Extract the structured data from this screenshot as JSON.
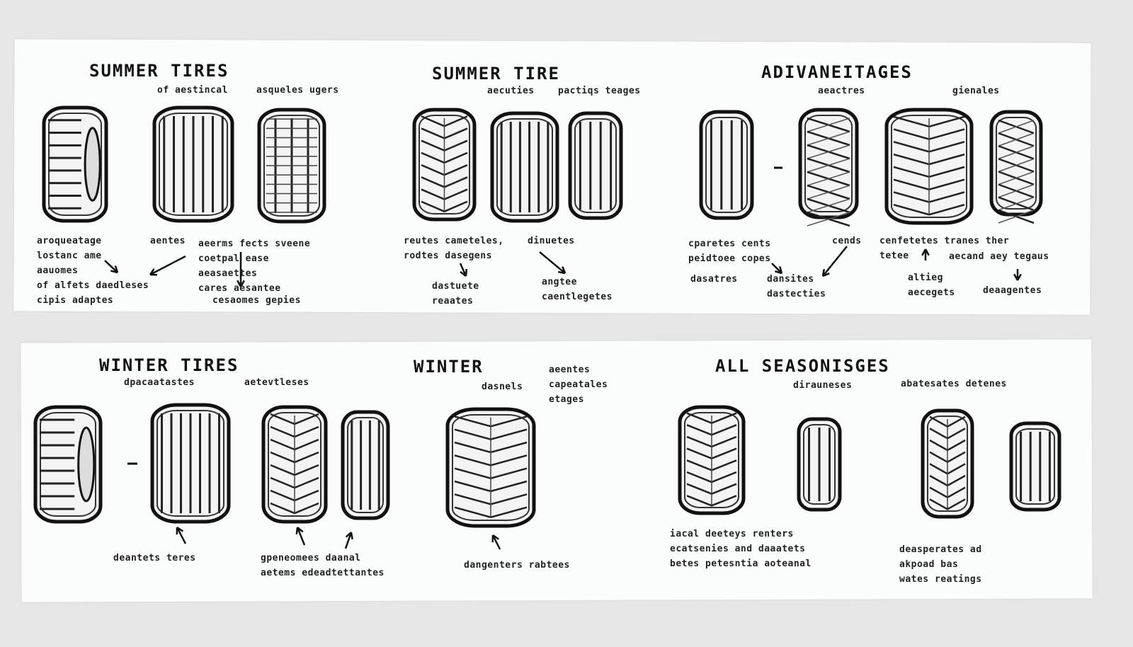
{
  "top_panel": {
    "headings": [
      "SUMMER TIRES",
      "SUMMER TIRE",
      "ADIVANEITAGES"
    ],
    "subheadings": [
      "of aestincal",
      "asqueles ugers",
      "aecuties",
      "pactiqs teages",
      "aeactres",
      "gienales"
    ],
    "notes": [
      "aroqueatage\nlostanc ame\naauomes\nof alfets daedleses\ncipis adaptes",
      "aentes",
      "aeerms fects sveene\ncoetpal ease\naeasaettes\ncares aesantee",
      "cesaomes gepies",
      "reutes cameteles,\nrodtes dasegens",
      "dinuetes",
      "dastuete\nreaates",
      "angtee\ncaentlegetes",
      "cparetes cents\npeidtoee copes",
      "dasatres",
      "cends",
      "dansites\ndastecties",
      "cenfetetes tranes ther\ntetee",
      "aecand aey tegaus",
      "altieg\naecegets",
      "deaagentes"
    ]
  },
  "bottom_panel": {
    "headings": [
      "WINTER TIRES",
      "WINTER",
      "ALL SEASONISGES"
    ],
    "subheadings": [
      "dpacaatastes",
      "aetevtleses",
      "dasnels",
      "aeentes\ncapeatales\netages",
      "dirauneses",
      "abatesates detenes"
    ],
    "notes": [
      "deantets teres",
      "gpeneomees daanal\naetems edeadtettantes",
      "dangenters rabtees",
      "iacal deeteys renters\necatsenies and daaatets\nbetes petesntia aoteanal",
      "deasperates ad\nakpoad bas\nwates reatings"
    ]
  }
}
